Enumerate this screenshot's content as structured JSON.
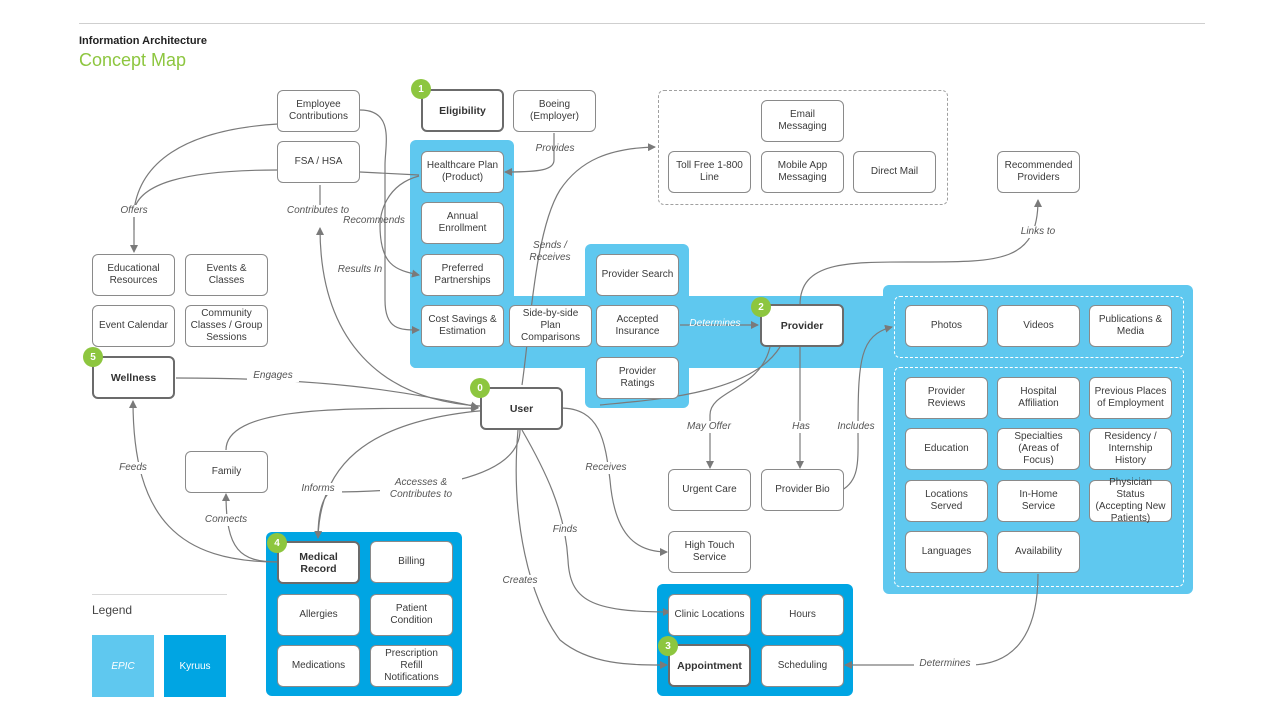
{
  "header": {
    "subtitle": "Information Architecture",
    "title": "Concept Map"
  },
  "colors": {
    "epic": "#5fc8ef",
    "kyruus": "#00a5e3",
    "accent": "#8dc63f",
    "edge": "#7a7a7a"
  },
  "nodes": {
    "employee_contributions": "Employee\nContributions",
    "fsa_hsa": "FSA / HSA",
    "eligibility": "Eligibility",
    "boeing": "Boeing\n(Employer)",
    "healthcare_plan": "Healthcare Plan\n(Product)",
    "annual_enrollment": "Annual\nEnrollment",
    "preferred_partnerships": "Preferred\nPartnerships",
    "cost_savings": "Cost Savings &\nEstimation",
    "side_by_side": "Side-by-side\nPlan\nComparisons",
    "provider_search": "Provider Search",
    "accepted_insurance": "Accepted\nInsurance",
    "provider_ratings": "Provider\nRatings",
    "email_messaging": "Email\nMessaging",
    "toll_free": "Toll Free 1-800\nLine",
    "mobile_app": "Mobile App\nMessaging",
    "direct_mail": "Direct Mail",
    "recommended_providers": "Recommended\nProviders",
    "provider": "Provider",
    "photos": "Photos",
    "videos": "Videos",
    "publications": "Publications &\nMedia",
    "provider_reviews": "Provider\nReviews",
    "hospital_affiliation": "Hospital\nAffiliation",
    "previous_places": "Previous Places\nof Employment",
    "education": "Education",
    "specialties": "Specialties\n(Areas of Focus)",
    "residency": "Residency /\nInternship\nHistory",
    "locations_served": "Locations\nServed",
    "in_home": "In-Home\nService",
    "physician_status": "Physician Status\n(Accepting New\nPatients)",
    "languages": "Languages",
    "availability": "Availability",
    "educational_resources": "Educational\nResources",
    "events_classes": "Events &\nClasses",
    "event_calendar": "Event Calendar",
    "community_classes": "Community\nClasses / Group\nSessions",
    "wellness": "Wellness",
    "user": "User",
    "family": "Family",
    "urgent_care": "Urgent Care",
    "provider_bio": "Provider Bio",
    "high_touch": "High Touch\nService",
    "medical_record": "Medical\nRecord",
    "billing": "Billing",
    "allergies": "Allergies",
    "patient_condition": "Patient\nCondition",
    "medications": "Medications",
    "prescription": "Prescription\nRefill\nNotifications",
    "clinic_locations": "Clinic Locations",
    "hours": "Hours",
    "appointment": "Appointment",
    "scheduling": "Scheduling"
  },
  "badges": {
    "eligibility": "1",
    "provider": "2",
    "appointment": "3",
    "medical_record": "4",
    "wellness": "5",
    "user": "0"
  },
  "edge_labels": {
    "offers": "Offers",
    "contributes_to": "Contributes to",
    "recommends": "Recommends",
    "results_in": "Results In",
    "provides": "Provides",
    "sends_receives": "Sends /\nReceives",
    "determines_blue": "Determines",
    "links_to": "Links to",
    "engages": "Engages",
    "may_offer": "May Offer",
    "has": "Has",
    "includes": "Includes",
    "feeds": "Feeds",
    "informs": "Informs",
    "accesses": "Accesses &\nContributes to",
    "receives": "Receives",
    "connects": "Connects",
    "finds": "Finds",
    "creates": "Creates",
    "determines": "Determines"
  },
  "legend": {
    "title": "Legend",
    "epic": "EPIC",
    "kyruus": "Kyruus"
  }
}
